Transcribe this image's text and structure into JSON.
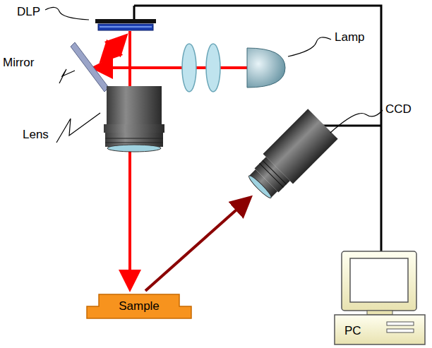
{
  "diagram": {
    "nodes": [
      {
        "text": [
          "Sample"
        ]
      }
    ],
    "labels": [
      "DLP",
      "Lamp",
      "Mirror",
      "CCD",
      "Lens",
      "PC"
    ]
  }
}
